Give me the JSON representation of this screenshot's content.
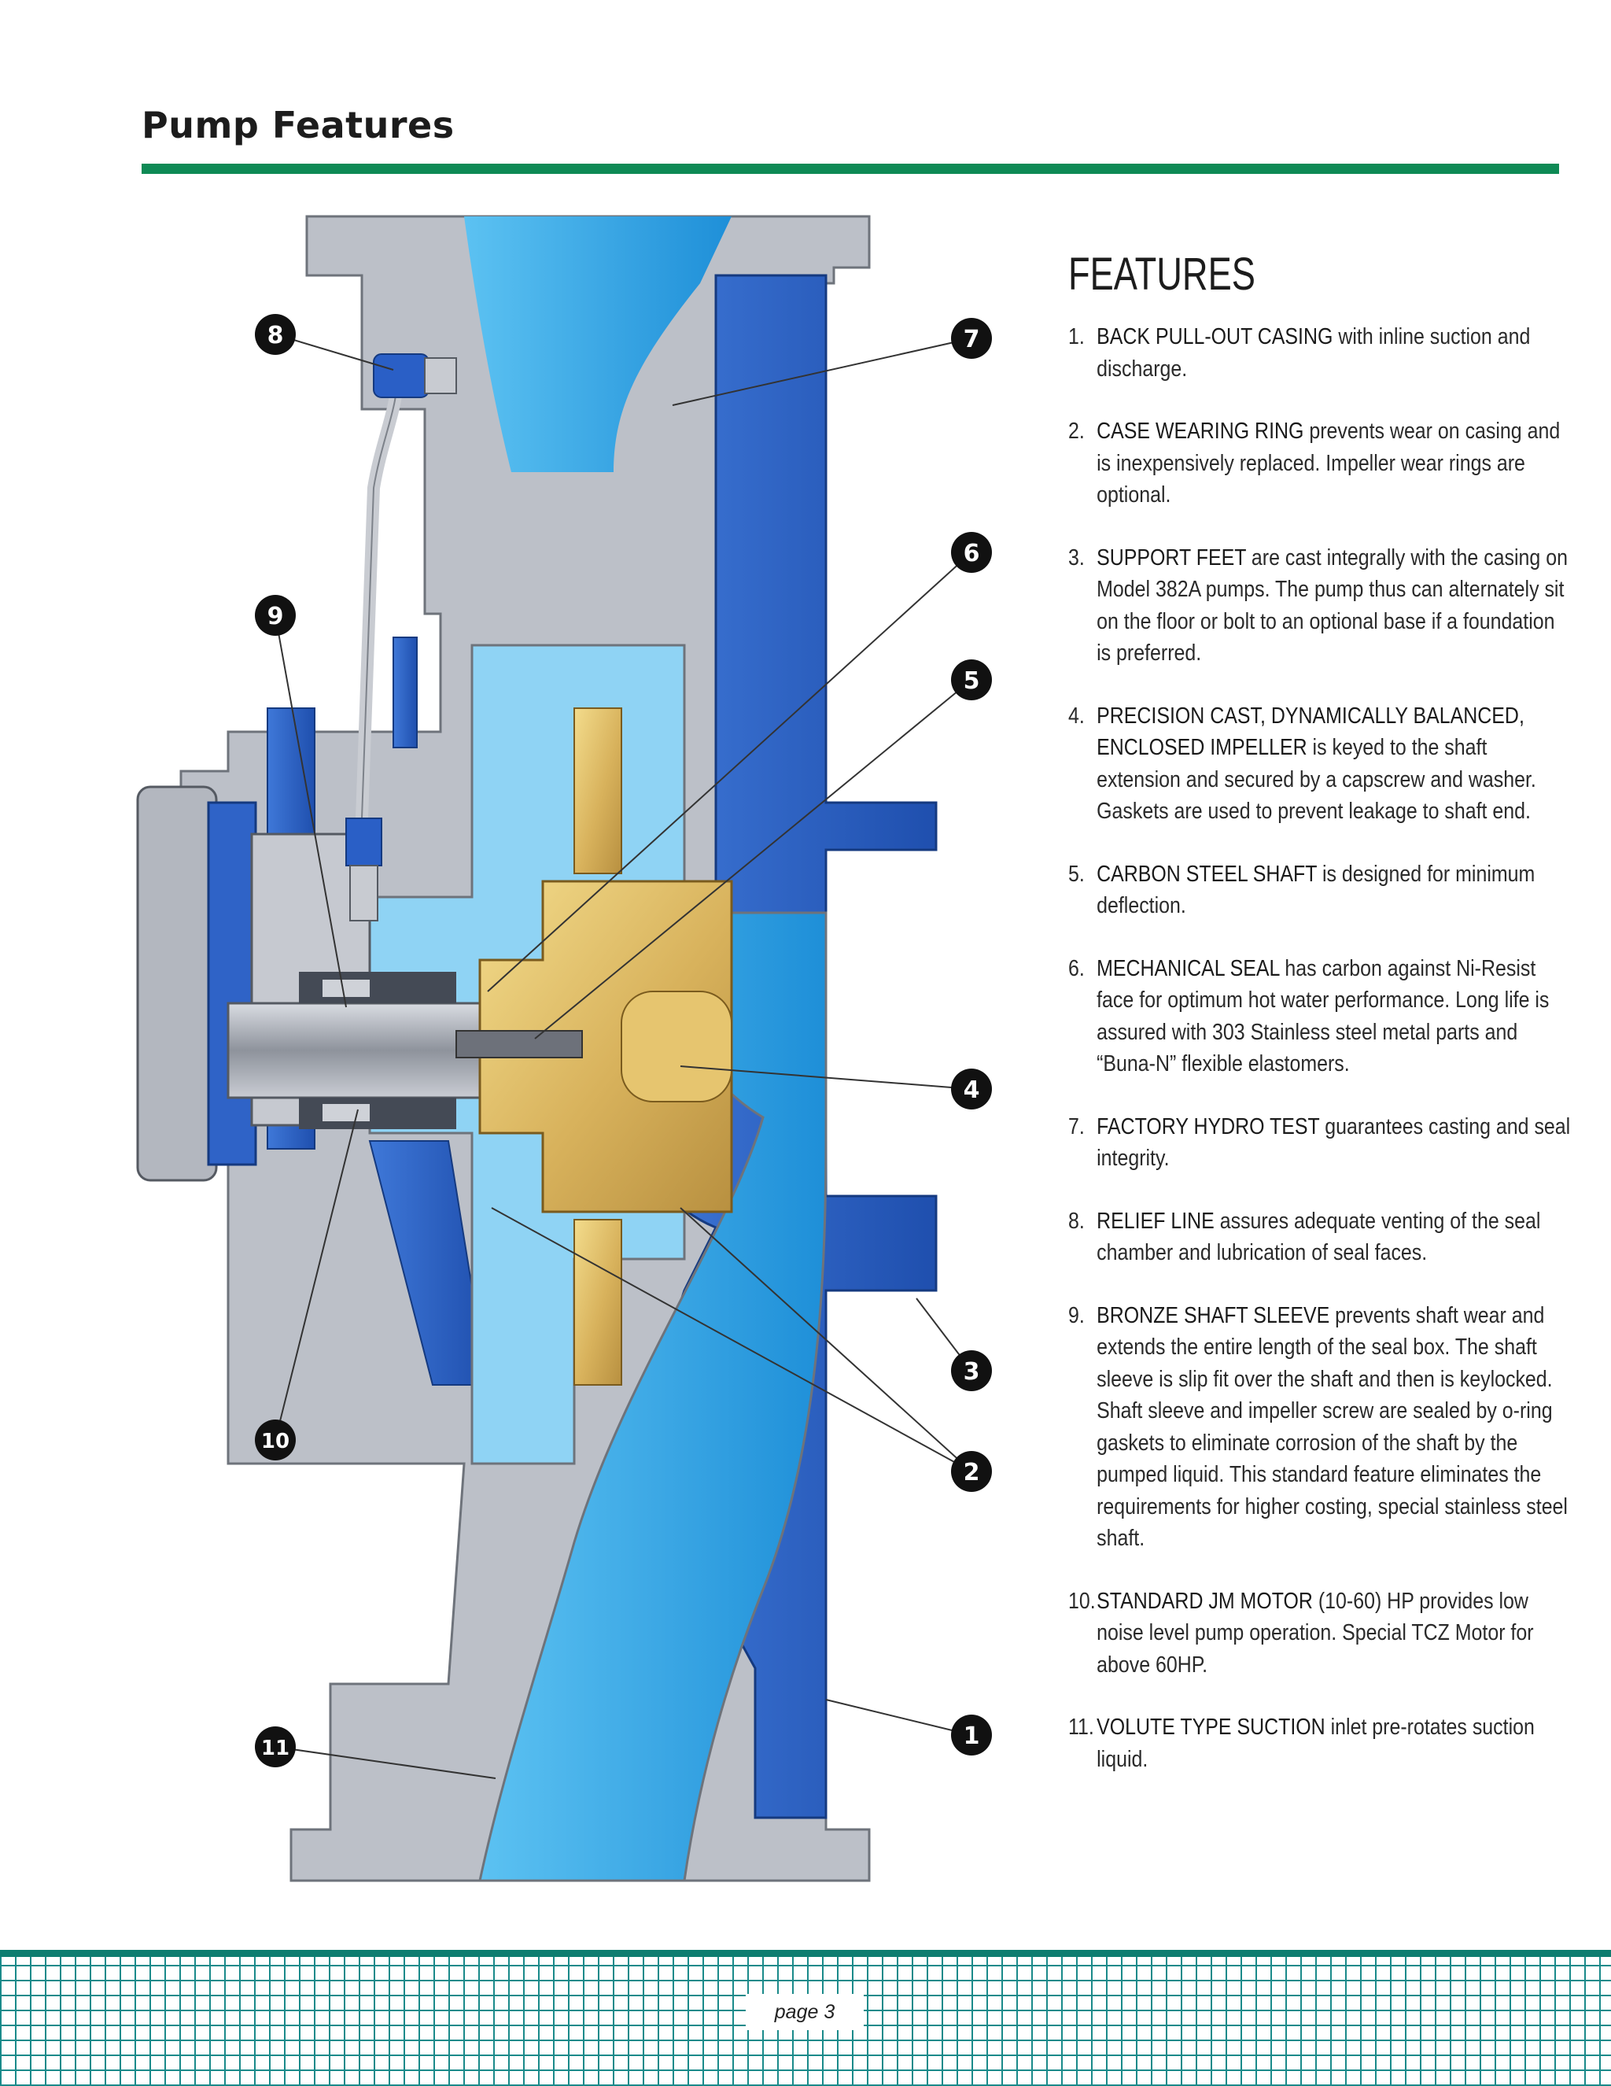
{
  "header": {
    "title": "Pump Features"
  },
  "features": {
    "heading": "FEATURES",
    "items": [
      {
        "num": "1.",
        "title": "BACK PULL-OUT CASING",
        "text": " with inline suction and discharge."
      },
      {
        "num": "2.",
        "title": "CASE WEARING RING",
        "text": " prevents wear on casing and is inexpensively replaced. Impeller wear rings are optional."
      },
      {
        "num": "3.",
        "title": "SUPPORT FEET",
        "text": " are cast integrally with the casing on Model 382A pumps. The pump thus can alternately sit on the floor or bolt to an optional base if a foundation is preferred."
      },
      {
        "num": "4.",
        "title": "PRECISION CAST, DYNAMICALLY BALANCED, ENCLOSED IMPELLER",
        "text": " is keyed to the shaft extension and secured by a capscrew and washer. Gaskets are used to prevent leakage to shaft end."
      },
      {
        "num": "5.",
        "title": "CARBON STEEL SHAFT",
        "text": " is designed for minimum deflection."
      },
      {
        "num": "6.",
        "title": "MECHANICAL SEAL",
        "text": " has carbon against Ni-Resist face for optimum hot water performance. Long life is assured with 303 Stainless steel metal parts and “Buna-N” flexible elastomers."
      },
      {
        "num": "7.",
        "title": "FACTORY HYDRO TEST",
        "text": " guarantees casting and seal integrity."
      },
      {
        "num": "8.",
        "title": "RELIEF LINE",
        "text": " assures adequate venting of the seal chamber and lubrication of seal faces."
      },
      {
        "num": "9.",
        "title": "BRONZE SHAFT SLEEVE",
        "text": " prevents shaft wear and extends the entire length of the seal box. The shaft sleeve is slip fit over the shaft and then is keylocked. Shaft sleeve and impeller screw are sealed by o-ring gaskets to eliminate corrosion of the shaft by the pumped liquid. This standard feature eliminates the requirements for higher costing, special stainless steel shaft."
      },
      {
        "num": "10.",
        "title": "STANDARD JM MOTOR",
        "text": " (10-60) HP provides low noise level pump operation. Special TCZ Motor for above 60HP."
      },
      {
        "num": "11.",
        "title": "VOLUTE TYPE SUCTION",
        "text": " inlet pre-rotates suction liquid."
      }
    ]
  },
  "diagram": {
    "callouts": [
      "8",
      "7",
      "9",
      "6",
      "5",
      "4",
      "3",
      "10",
      "2",
      "11",
      "1"
    ],
    "colors": {
      "casing": "#b9bcc4",
      "fluid": "#29a3e6",
      "volute": "#2c5fc4",
      "impeller": "#d9b65a",
      "shaft": "#a9adb5"
    }
  },
  "footer": {
    "page": "page 3"
  }
}
